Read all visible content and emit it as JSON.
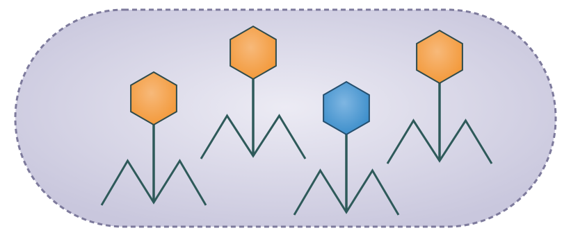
{
  "diagram": {
    "container": {
      "shape": "rounded-capsule",
      "fill_center": "#ecebf4",
      "fill_edge": "#c9c7dd",
      "border_color": "#7d7a9c",
      "border_style": "dashed"
    },
    "phages": [
      {
        "id": "phage-1",
        "head_color": "orange"
      },
      {
        "id": "phage-2",
        "head_color": "orange"
      },
      {
        "id": "phage-3",
        "head_color": "blue"
      },
      {
        "id": "phage-4",
        "head_color": "orange"
      }
    ],
    "colors": {
      "orange_head": "#f39a3c",
      "orange_head_highlight": "#f7b97a",
      "orange_head_stroke": "#2f4b4c",
      "blue_head": "#3e8fcb",
      "blue_head_highlight": "#7fb6e2",
      "blue_head_stroke": "#264f6e",
      "stem_and_legs": "#2e5a5a"
    }
  }
}
